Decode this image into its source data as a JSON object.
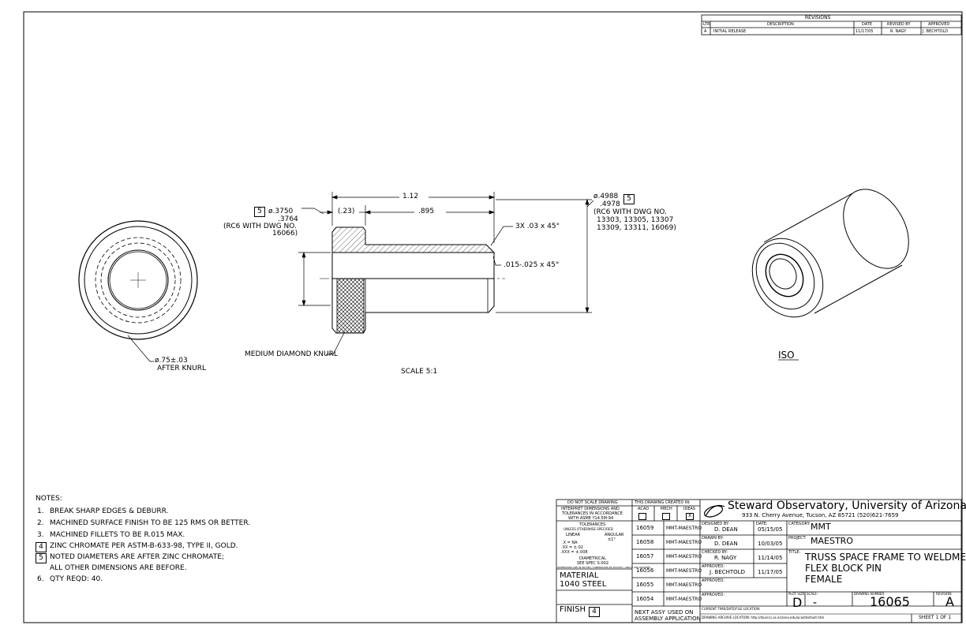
{
  "revisions": {
    "title": "REVISIONS",
    "headers": [
      "LTR",
      "DESCRIPTION",
      "DATE",
      "REVISED BY",
      "APPROVED"
    ],
    "rows": [
      [
        "A",
        "INITIAL RELEASE",
        "11/17/05",
        "R. NAGY",
        "J. BECHTOLD"
      ]
    ]
  },
  "dims": {
    "overall_length": "1.12",
    "flange_thickness": "(.23)",
    "shank_length": ".895",
    "chamfer_3x": "3X .03 x 45°",
    "chamfer_inner": ".015-.025 x 45°",
    "bore_tag": "5",
    "bore_dia_top": "ø.3750",
    "bore_dia_bottom": ".3764",
    "bore_note_1": "(RC6 WITH DWG NO.",
    "bore_note_2": "16066)",
    "od_dia_top": "ø.4988",
    "od_tag": "5",
    "od_dia_bottom": ".4978",
    "od_note_1": "(RC6 WITH DWG NO.",
    "od_note_2": "13303, 13305, 13307",
    "od_note_3": "13309, 13311, 16069)",
    "knurl_dia": "ø.75±.03",
    "knurl_after": "AFTER KNURL",
    "knurl_label": "MEDIUM DIAMOND KNURL",
    "scale_label": "SCALE 5:1",
    "iso_label": "ISO"
  },
  "notes": {
    "title": "NOTES:",
    "items": [
      {
        "num": "1.",
        "text": "BREAK SHARP EDGES & DEBURR.",
        "boxed": false
      },
      {
        "num": "2.",
        "text": "MACHINED SURFACE FINISH TO BE 125 RMS OR BETTER.",
        "boxed": false
      },
      {
        "num": "3.",
        "text": "MACHINED FILLETS TO BE R.015 MAX.",
        "boxed": false
      },
      {
        "num": "4",
        "text": "ZINC CHROMATE PER ASTM-B-633-98, TYPE II, GOLD.",
        "boxed": true
      },
      {
        "num": "5",
        "text": "NOTED DIAMETERS ARE AFTER ZINC CHROMATE;",
        "boxed": true
      },
      {
        "num": "",
        "text": "ALL OTHER DIMENSIONS ARE BEFORE.",
        "boxed": false
      },
      {
        "num": "6.",
        "text": "QTY REQD: 40.",
        "boxed": false
      }
    ]
  },
  "tolerance_block": {
    "do_not_scale": "DO NOT SCALE DRAWING",
    "interpret_1": "INTERPRET DIMENSIONS AND",
    "interpret_2": "TOLERANCES IN ACCORDANCE",
    "interpret_3": "WITH ASME Y14.5M-94",
    "tolerances": "TOLERANCES",
    "unless": "UNLESS OTHERWISE SPECIFIED",
    "linear": "LINEAR",
    "angular": "ANGULAR",
    "angular_val": "±1°",
    "tol_x": ".X    = NA",
    "tol_xx": ".XX  = ±.02",
    "tol_xxx": ".XXX = ±.008",
    "diametrical": "DIAMETRICAL",
    "see_spec": "SEE SPEC S-002",
    "fine_print": "DIMENSIONS ARE IN INCHES / DIMENSIONS EN POUCES / ANGLE ARE DEGREES",
    "material_label": "MATERIAL",
    "material": "1040 STEEL",
    "finish_label": "FINISH",
    "finish_tag": "4"
  },
  "created_in": {
    "title": "THIS DRAWING CREATED IN:",
    "options": [
      "ACAD",
      "MECH",
      "IDEAS"
    ],
    "checked": "X",
    "rows": [
      [
        "16059",
        "MMT-MAESTRO"
      ],
      [
        "16058",
        "MMT-MAESTRO"
      ],
      [
        "16057",
        "MMT-MAESTRO"
      ],
      [
        "16056",
        "MMT-MAESTRO"
      ],
      [
        "16055",
        "MMT-MAESTRO"
      ],
      [
        "16054",
        "MMT-MAESTRO"
      ]
    ],
    "next_assy": "NEXT ASSY",
    "used_on": "USED ON",
    "assembly_app": "ASSEMBLY APPLICATION"
  },
  "title_block": {
    "org": "Steward Observatory, University of Arizona",
    "address": "933 N. Cherry Avenue, Tucson, AZ  85721   (520)621-7659",
    "designed_by_label": "DESIGNED BY:",
    "designed_by": "D. DEAN",
    "date_label": "DATE:",
    "designed_date": "05/15/05",
    "drawn_by_label": "DRAWN BY:",
    "drawn_by": "D. DEAN",
    "drawn_date": "10/03/05",
    "checked_by_label": "CHECKED BY:",
    "checked_by": "R. NAGY",
    "checked_date": "11/14/05",
    "approved_label": "APPROVED:",
    "approved_by": "J. BECHTOLD",
    "approved_date": "11/17/05",
    "category_label": "CATEGORY:",
    "category": "MMT",
    "project_label": "PROJECT:",
    "project": "MAESTRO",
    "title_label": "TITLE:",
    "title_1": "TRUSS SPACE FRAME TO WELDMENT",
    "title_2": "FLEX BLOCK PIN",
    "title_3": "FEMALE",
    "plot_size_label": "PLOT SIZE",
    "plot_size": "D",
    "scale_label": "SCALE:",
    "scale": "-",
    "drawing_number_label": "DRAWING NUMBER:",
    "drawing_number": "16065",
    "revision_label": "REVISION:",
    "revision": "A",
    "current_time_label": "CURRENT TIME/DATE/FILE LOCATION:",
    "archive_label": "DRAWING ARCHIVE LOCATION: http://davinci.as.arizona.edu/acad/default.htm",
    "sheet": "SHEET 1 OF 1"
  }
}
